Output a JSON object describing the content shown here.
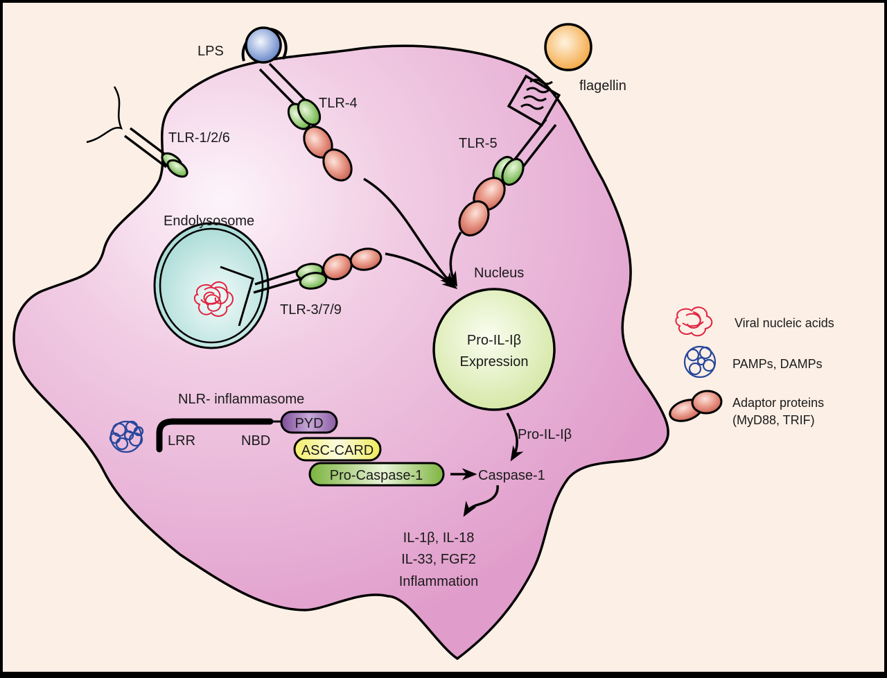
{
  "diagram": {
    "title": "TLR and NLR-inflammasome signaling pathways in a cell",
    "colors": {
      "background": "#fcefe6",
      "cell_fill": "#e6a9cf",
      "cell_highlight": "#fbeef6",
      "border": "#000000",
      "receptor_green": "#7cc250",
      "adaptor_red": "#d9786a",
      "lps_blue": "#7b9ad3",
      "flagellin_orange": "#f7b150",
      "endolysosome_teal": "#b9e3df",
      "nucleus_green": "#dfedb7",
      "pyd_purple": "#9a6fae",
      "asc_yellow": "#f3f08a",
      "procaspase_green": "#8fc24f",
      "viral_red": "#e0233f",
      "pamp_blue": "#27479a"
    },
    "ligands": {
      "lps": "LPS",
      "flagellin": "flagellin"
    },
    "receptors": {
      "tlr126": "TLR-1/2/6",
      "tlr4": "TLR-4",
      "tlr5": "TLR-5",
      "tlr379": "TLR-3/7/9"
    },
    "compartments": {
      "endolysosome": "Endolysosome",
      "nucleus": "Nucleus",
      "nucleus_line1": "Pro-IL-Iβ",
      "nucleus_line2": "Expression"
    },
    "inflammasome": {
      "title": "NLR- inflammasome",
      "lrr": "LRR",
      "nbd": "NBD",
      "pyd": "PYD",
      "asc_card": "ASC-CARD",
      "pro_caspase": "Pro-Caspase-1"
    },
    "pathway": {
      "pro_il": "Pro-IL-Iβ",
      "caspase": "Caspase-1",
      "outputs": [
        "IL-1β, IL-18",
        "IL-33, FGF2",
        "Inflammation"
      ]
    },
    "legend": [
      {
        "icon": "viral-nucleic-acid-icon",
        "label": "Viral nucleic acids"
      },
      {
        "icon": "pamp-damp-icon",
        "label": "PAMPs, DAMPs"
      },
      {
        "icon": "adaptor-protein-icon",
        "label": "Adaptor proteins",
        "label2": "(MyD88, TRIF)"
      }
    ]
  }
}
